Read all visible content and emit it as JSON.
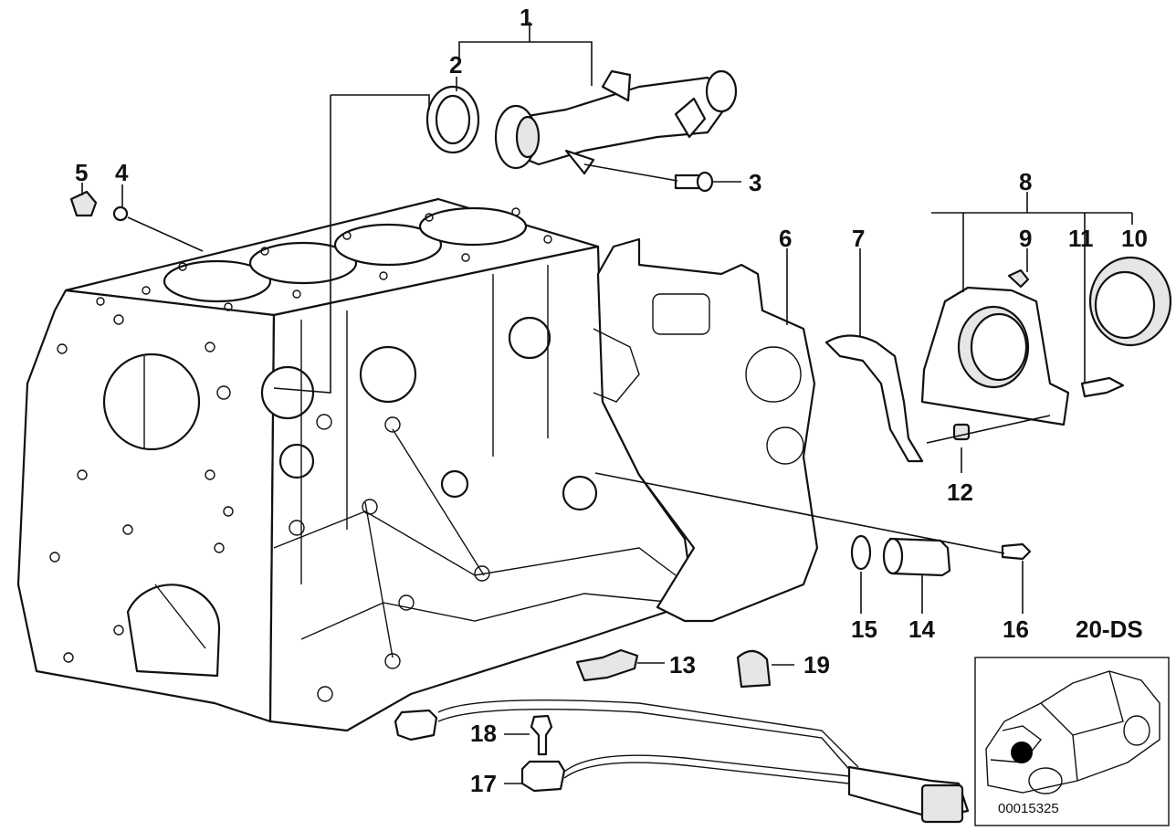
{
  "diagram": {
    "section_code": "20-DS",
    "document_number": "00015325",
    "callouts": [
      {
        "id": "c1",
        "label": "1"
      },
      {
        "id": "c2",
        "label": "2"
      },
      {
        "id": "c3",
        "label": "3"
      },
      {
        "id": "c4",
        "label": "4"
      },
      {
        "id": "c5",
        "label": "5"
      },
      {
        "id": "c6",
        "label": "6"
      },
      {
        "id": "c7",
        "label": "7"
      },
      {
        "id": "c8",
        "label": "8"
      },
      {
        "id": "c9",
        "label": "9"
      },
      {
        "id": "c10",
        "label": "10"
      },
      {
        "id": "c11",
        "label": "11"
      },
      {
        "id": "c12",
        "label": "12"
      },
      {
        "id": "c13",
        "label": "13"
      },
      {
        "id": "c14",
        "label": "14"
      },
      {
        "id": "c15",
        "label": "15"
      },
      {
        "id": "c16",
        "label": "16"
      },
      {
        "id": "c17",
        "label": "17"
      },
      {
        "id": "c18",
        "label": "18"
      },
      {
        "id": "c19",
        "label": "19"
      }
    ]
  }
}
